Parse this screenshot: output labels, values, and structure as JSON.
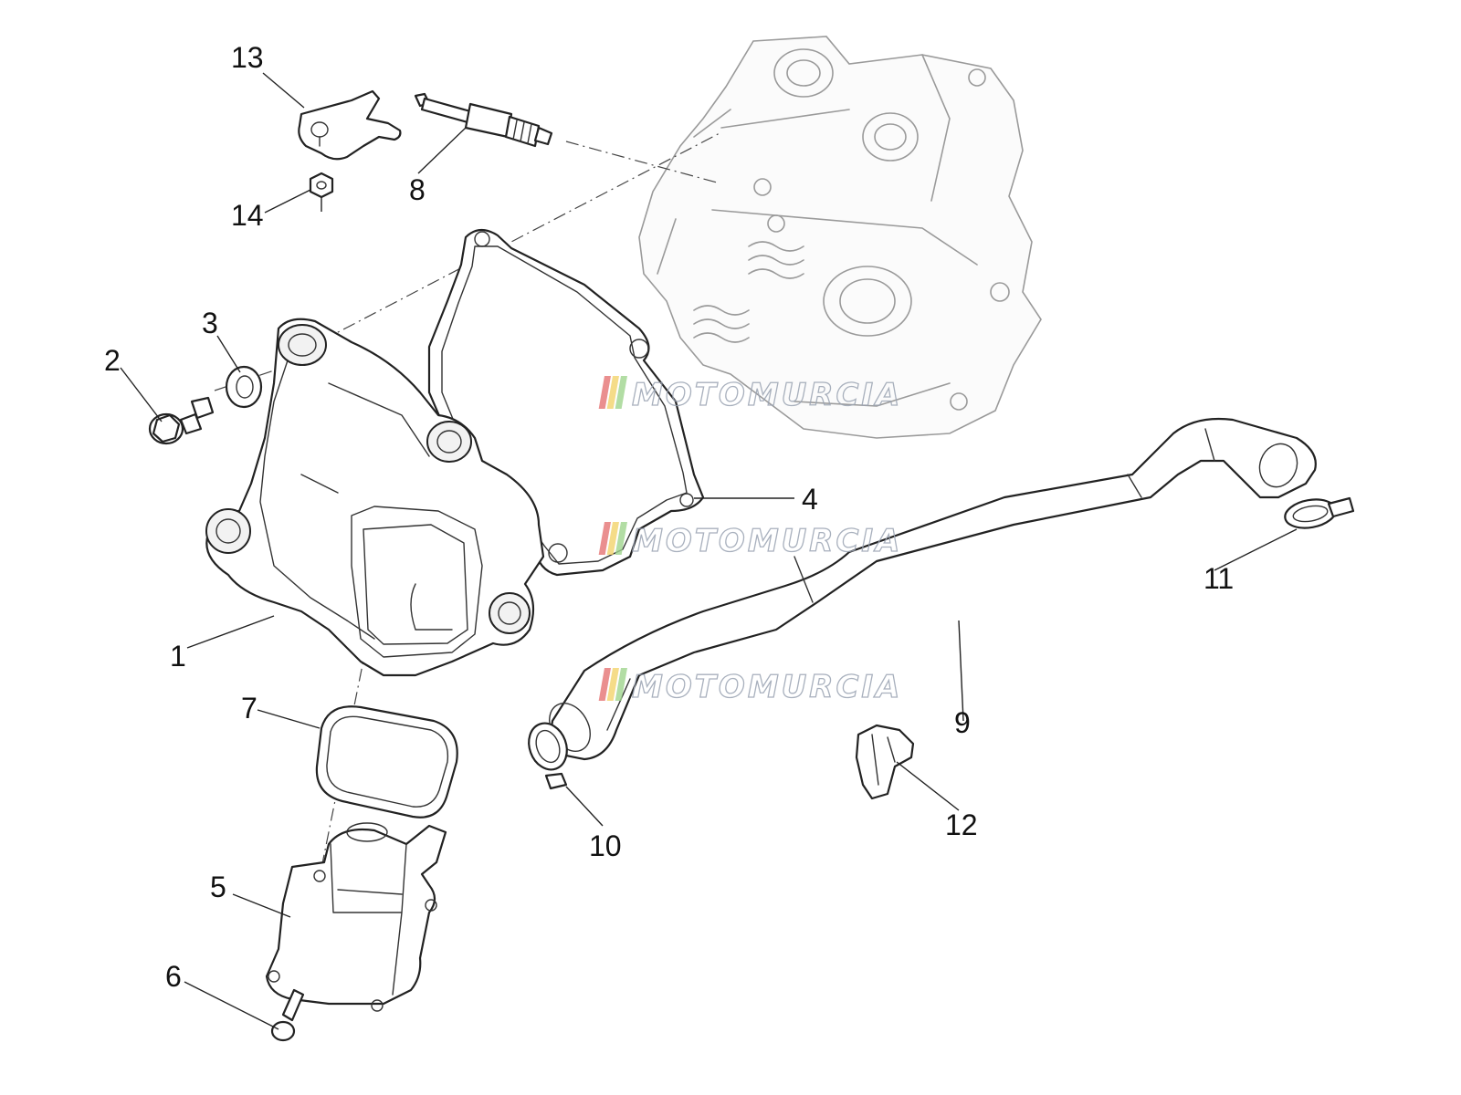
{
  "watermark": {
    "text": "MOTOMURCIA",
    "stripe_colors": [
      "#e57373",
      "#f3d36b",
      "#9fd48d"
    ]
  },
  "callouts": {
    "c1": "1",
    "c2": "2",
    "c3": "3",
    "c4": "4",
    "c5": "5",
    "c6": "6",
    "c7": "7",
    "c8": "8",
    "c9": "9",
    "c10": "10",
    "c11": "11",
    "c12": "12",
    "c13": "13",
    "c14": "14"
  }
}
